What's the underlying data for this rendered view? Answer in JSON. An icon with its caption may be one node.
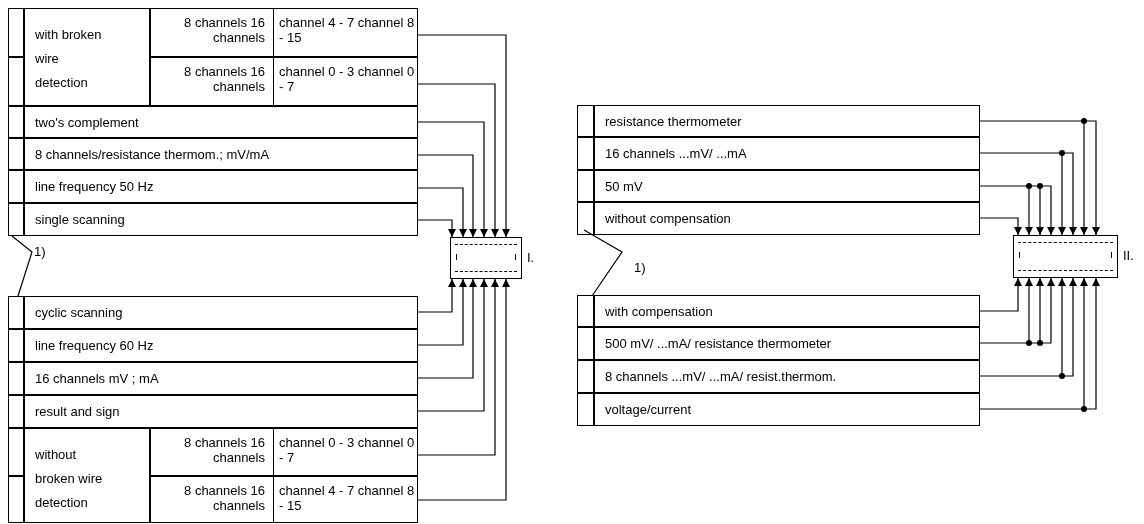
{
  "diagram": {
    "nodes": [
      {
        "text": [
          "with broken wire detection"
        ]
      },
      {
        "text": [
          "8 channels 16 channels",
          "channel 4 - 7 channel 8 - 15"
        ]
      },
      {
        "text": [
          "8 channels 16 channels",
          "channel 0 - 3 channel 0 - 7"
        ]
      },
      {
        "text": [
          "two's complement"
        ]
      },
      {
        "text": [
          "8 channels/resistance thermom.; mV/mA"
        ]
      },
      {
        "text": [
          "line frequency 50 Hz"
        ]
      },
      {
        "text": [
          "single scanning"
        ]
      },
      {
        "text": [],
        "shape": "box",
        "beside": [
          "I."
        ]
      },
      {
        "text": [
          "cyclic scanning"
        ]
      },
      {
        "text": [
          "line frequency 60 Hz"
        ]
      },
      {
        "text": [
          "16 channels mV ; mA"
        ]
      },
      {
        "text": [
          "result and sign"
        ]
      },
      {
        "text": [
          "without broken wire detection"
        ]
      },
      {
        "text": [
          "8 channels 16 channels",
          "channel 0 - 3 channel 0 - 7"
        ]
      },
      {
        "text": [
          "8 channels 16 channels",
          "channel 4 - 7 channel 8 - 15"
        ]
      },
      {
        "text": [
          "resistance thermometer"
        ]
      },
      {
        "text": [
          "16 channels ...mV/ ...mA"
        ]
      },
      {
        "text": [
          "50 mV"
        ]
      },
      {
        "text": [
          "without compensation"
        ]
      },
      {
        "text": [],
        "shape": "box",
        "beside": [
          "II."
        ]
      },
      {
        "text": [
          "with compensation"
        ]
      },
      {
        "text": [
          "500 mV/ ...mA/ resistance thermometer"
        ]
      },
      {
        "text": [
          "8 channels ...mV/ ...mA/ resist.thermom."
        ]
      },
      {
        "text": [
          "voltage/current"
        ]
      }
    ],
    "edges": [
      {
        "from": 1,
        "to": 7,
        "arrow": "to"
      },
      {
        "from": 2,
        "to": 7,
        "arrow": "to"
      },
      {
        "from": 3,
        "to": 7,
        "arrow": "to"
      },
      {
        "from": 4,
        "to": 7,
        "arrow": "to"
      },
      {
        "from": 5,
        "to": 7,
        "arrow": "to"
      },
      {
        "from": 6,
        "to": 7,
        "arrow": "to"
      },
      {
        "from": 8,
        "to": 7,
        "arrow": "to"
      },
      {
        "from": 9,
        "to": 7,
        "arrow": "to"
      },
      {
        "from": 10,
        "to": 7,
        "arrow": "to"
      },
      {
        "from": 11,
        "to": 7,
        "arrow": "to"
      },
      {
        "from": 13,
        "to": 7,
        "arrow": "to"
      },
      {
        "from": 14,
        "to": 7,
        "arrow": "to"
      },
      {
        "from": 15,
        "to": 19,
        "arrow": "to"
      },
      {
        "from": 16,
        "to": 19,
        "arrow": "to"
      },
      {
        "from": 17,
        "to": 19,
        "arrow": "to"
      },
      {
        "from": 18,
        "to": 19,
        "arrow": "to"
      },
      {
        "from": 20,
        "to": 19,
        "arrow": "to"
      },
      {
        "from": 21,
        "to": 19,
        "arrow": "to"
      },
      {
        "from": 22,
        "to": 19,
        "arrow": "to"
      },
      {
        "from": 23,
        "to": 19,
        "arrow": "to"
      }
    ],
    "labels": [
      "1)",
      "1)"
    ]
  }
}
